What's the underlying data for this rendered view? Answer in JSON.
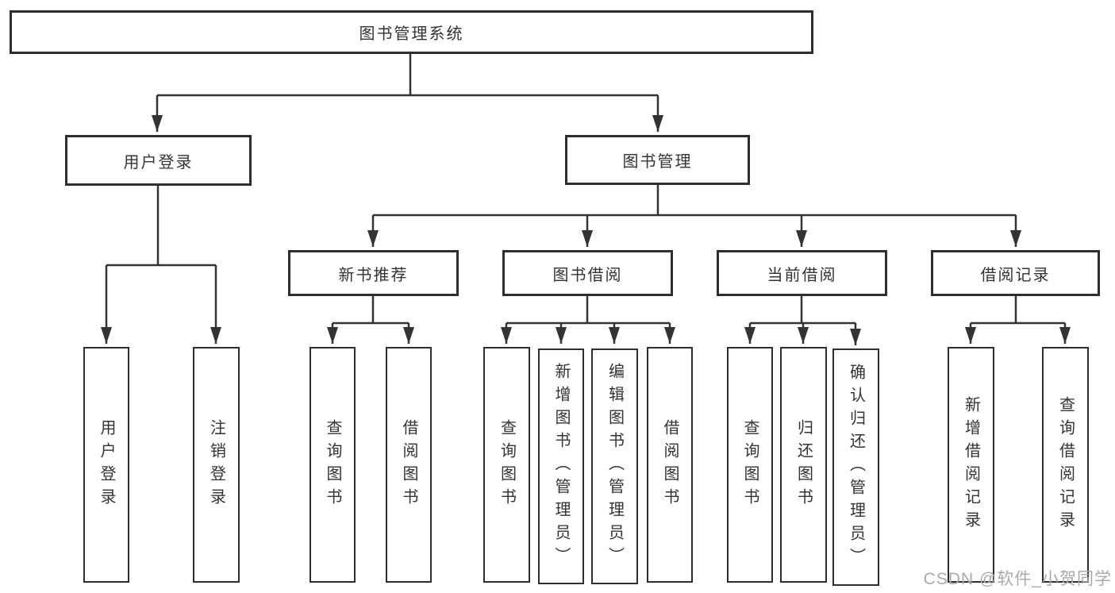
{
  "diagram_title": "图书管理系统",
  "tree": {
    "label": "图书管理系统",
    "children": [
      {
        "label": "用户登录",
        "children": [
          {
            "label": "用户登录"
          },
          {
            "label": "注销登录"
          }
        ]
      },
      {
        "label": "图书管理",
        "children": [
          {
            "label": "新书推荐",
            "children": [
              {
                "label": "查询图书"
              },
              {
                "label": "借阅图书"
              }
            ]
          },
          {
            "label": "图书借阅",
            "children": [
              {
                "label": "查询图书"
              },
              {
                "label": "新增图书（管理员）"
              },
              {
                "label": "编辑图书（管理员）"
              },
              {
                "label": "借阅图书"
              }
            ]
          },
          {
            "label": "当前借阅",
            "children": [
              {
                "label": "查询图书"
              },
              {
                "label": "归还图书"
              },
              {
                "label": "确认归还（管理员）"
              }
            ]
          },
          {
            "label": "借阅记录",
            "children": [
              {
                "label": "新增借阅记录"
              },
              {
                "label": "查询借阅记录"
              }
            ]
          }
        ]
      }
    ]
  },
  "colors": {
    "line": "#333333",
    "border": "#2e2e2e",
    "text": "#333333",
    "watermark": "#a9a9a9"
  },
  "watermark": "CSDN @软件_小贺同学"
}
